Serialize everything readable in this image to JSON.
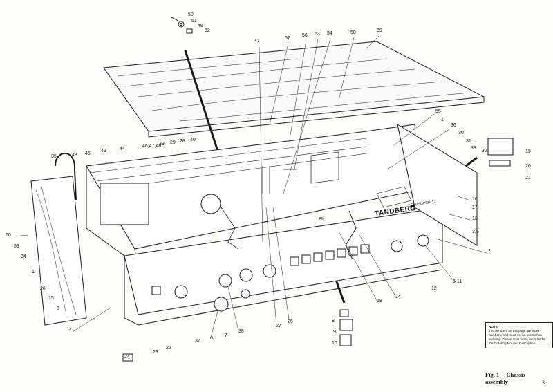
{
  "brand": "TANDBERG",
  "model": "SOLVSUPER 12",
  "band_label": "FM",
  "labels": [
    "50",
    "51",
    "49",
    "52",
    "41",
    "57",
    "56",
    "53",
    "54",
    "58",
    "59",
    "55",
    "1",
    "36",
    "30",
    "31",
    "33",
    "32",
    "19",
    "20",
    "21",
    "16",
    "17",
    "13",
    "3,5",
    "2",
    "6,11",
    "12",
    "35",
    "43",
    "45",
    "42",
    "44",
    "46,47,48",
    "39",
    "29",
    "28",
    "40",
    "60",
    "59",
    "34",
    "1",
    "26",
    "15",
    "5",
    "4",
    "24",
    "23",
    "22",
    "37",
    "6",
    "7",
    "38",
    "27",
    "25",
    "18",
    "14",
    "8",
    "9",
    "10"
  ],
  "note": {
    "title": "NOTE!",
    "text": "The numbers on this page are index numbers, and must not be used when ordering. Please refer to the parts list for the Ordering No. and Description."
  },
  "caption": {
    "fig": "Fig. 1",
    "title": "Chassis assembly"
  },
  "page_number": "3"
}
